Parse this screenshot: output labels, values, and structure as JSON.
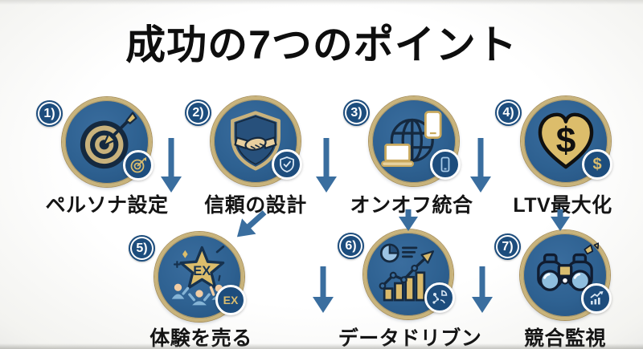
{
  "title": "成功の7つのポイント",
  "colors": {
    "background": "#fbfbf9",
    "circle_fill": "#2e6191",
    "circle_rim_gold": "#c8b37b",
    "number_badge_navy": "#1d4d7d",
    "arrow_steel_blue": "#3a6e9f",
    "accent_gold": "#d9bc6e",
    "label_black": "#141414"
  },
  "items": [
    {
      "number_label": "1)",
      "caption": "ペルソナ設定",
      "icon": "target-arrow-icon",
      "badge_icon": "mini-target-icon"
    },
    {
      "number_label": "2)",
      "caption": "信頼の設計",
      "icon": "shield-handshake-icon",
      "badge_icon": "shield-check-icon"
    },
    {
      "number_label": "3)",
      "caption": "オンオフ統合",
      "icon": "globe-devices-icon",
      "badge_icon": "smartphone-icon"
    },
    {
      "number_label": "4)",
      "caption": "LTV最大化",
      "icon": "heart-dollar-icon",
      "badge_icon": "dollar-sign-badge",
      "icon_text": "$",
      "badge_text": "$"
    },
    {
      "number_label": "5)",
      "caption": "体験を売る",
      "icon": "star-ex-celebration-icon",
      "badge_icon": "ex-text-badge",
      "icon_text": "EX",
      "badge_text": "EX"
    },
    {
      "number_label": "6)",
      "caption": "データドリブン",
      "icon": "growth-chart-icon",
      "badge_icon": "data-analysis-icon"
    },
    {
      "number_label": "7)",
      "caption": "競合監視",
      "icon": "binoculars-icon",
      "badge_icon": "trend-up-icon"
    }
  ],
  "arrows": [
    {
      "between": "point-1 and point-2",
      "direction": "down"
    },
    {
      "between": "point-2 and point-3",
      "direction": "down"
    },
    {
      "between": "point-3 and point-4",
      "direction": "down"
    },
    {
      "between": "point-2 row and point-5",
      "direction": "down-left"
    },
    {
      "between": "point-3 label and point-6",
      "direction": "down"
    },
    {
      "between": "point-4 label and point-7",
      "direction": "down"
    },
    {
      "between": "point-5 and point-6",
      "direction": "down"
    },
    {
      "between": "point-6 and point-7",
      "direction": "down"
    }
  ]
}
